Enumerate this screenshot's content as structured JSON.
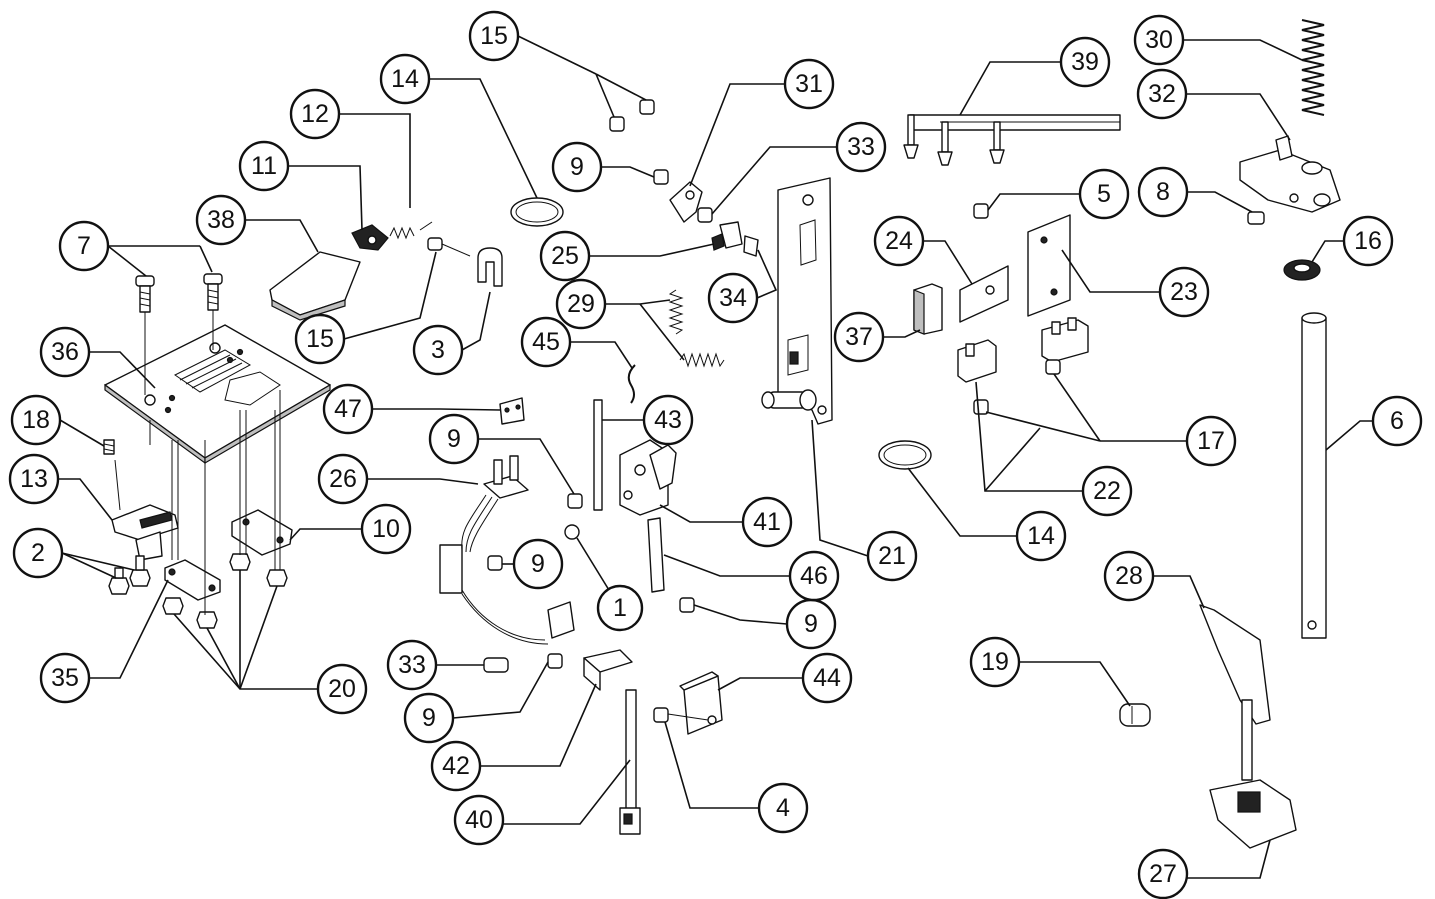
{
  "callouts": [
    {
      "id": "c1",
      "label": "1"
    },
    {
      "id": "c2",
      "label": "2"
    },
    {
      "id": "c3",
      "label": "3"
    },
    {
      "id": "c4",
      "label": "4"
    },
    {
      "id": "c5",
      "label": "5"
    },
    {
      "id": "c6",
      "label": "6"
    },
    {
      "id": "c7",
      "label": "7"
    },
    {
      "id": "c8",
      "label": "8"
    },
    {
      "id": "c9a",
      "label": "9"
    },
    {
      "id": "c9b",
      "label": "9"
    },
    {
      "id": "c9c",
      "label": "9"
    },
    {
      "id": "c9d",
      "label": "9"
    },
    {
      "id": "c9e",
      "label": "9"
    },
    {
      "id": "c10",
      "label": "10"
    },
    {
      "id": "c11",
      "label": "11"
    },
    {
      "id": "c12",
      "label": "12"
    },
    {
      "id": "c13",
      "label": "13"
    },
    {
      "id": "c14a",
      "label": "14"
    },
    {
      "id": "c14b",
      "label": "14"
    },
    {
      "id": "c15a",
      "label": "15"
    },
    {
      "id": "c15b",
      "label": "15"
    },
    {
      "id": "c16",
      "label": "16"
    },
    {
      "id": "c17",
      "label": "17"
    },
    {
      "id": "c18",
      "label": "18"
    },
    {
      "id": "c19",
      "label": "19"
    },
    {
      "id": "c20",
      "label": "20"
    },
    {
      "id": "c21",
      "label": "21"
    },
    {
      "id": "c22",
      "label": "22"
    },
    {
      "id": "c23",
      "label": "23"
    },
    {
      "id": "c24",
      "label": "24"
    },
    {
      "id": "c25",
      "label": "25"
    },
    {
      "id": "c26",
      "label": "26"
    },
    {
      "id": "c27",
      "label": "27"
    },
    {
      "id": "c28",
      "label": "28"
    },
    {
      "id": "c29",
      "label": "29"
    },
    {
      "id": "c30",
      "label": "30"
    },
    {
      "id": "c31",
      "label": "31"
    },
    {
      "id": "c32",
      "label": "32"
    },
    {
      "id": "c33a",
      "label": "33"
    },
    {
      "id": "c33b",
      "label": "33"
    },
    {
      "id": "c34",
      "label": "34"
    },
    {
      "id": "c35",
      "label": "35"
    },
    {
      "id": "c36",
      "label": "36"
    },
    {
      "id": "c37",
      "label": "37"
    },
    {
      "id": "c38",
      "label": "38"
    },
    {
      "id": "c39",
      "label": "39"
    },
    {
      "id": "c40",
      "label": "40"
    },
    {
      "id": "c41",
      "label": "41"
    },
    {
      "id": "c42",
      "label": "42"
    },
    {
      "id": "c43",
      "label": "43"
    },
    {
      "id": "c44",
      "label": "44"
    },
    {
      "id": "c45",
      "label": "45"
    },
    {
      "id": "c46",
      "label": "46"
    },
    {
      "id": "c47",
      "label": "47"
    }
  ]
}
